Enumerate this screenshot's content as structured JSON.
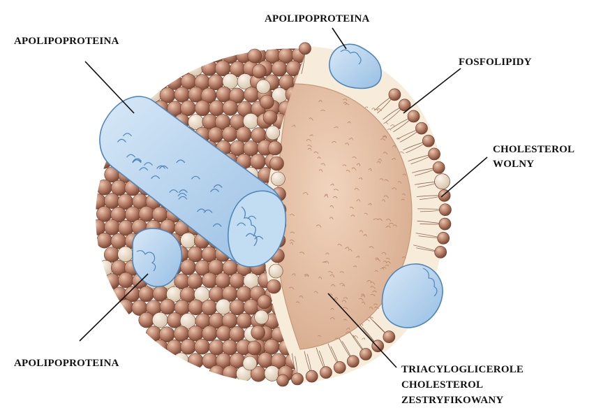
{
  "labels": {
    "apolipoproteina_top_left": "APOLIPOPROTEINA",
    "apolipoproteina_top": "APOLIPOPROTEINA",
    "fosfolipidy": "FOSFOLIPIDY",
    "cholesterol_wolny": [
      "CHOLESTEROL",
      "WOLNY"
    ],
    "apolipoproteina_bottom_left": "APOLIPOPROTEINA",
    "core": [
      "TRIACYLOGLICEROLE",
      "CHOLESTEROL",
      "ZESTRYFIKOWANY"
    ]
  },
  "colors": {
    "phospholipid_head": "#b07a5f",
    "phospholipid_light": "#d9ad92",
    "free_cholesterol": "#efe3d2",
    "core_fill": "#e8c3a8",
    "inner_shell": "#f7ecd9",
    "apoprotein_fill": "#a9ccec",
    "apoprotein_light": "#d5e7f6",
    "apoprotein_stroke": "#4f86b8",
    "leader_line": "#111111"
  }
}
